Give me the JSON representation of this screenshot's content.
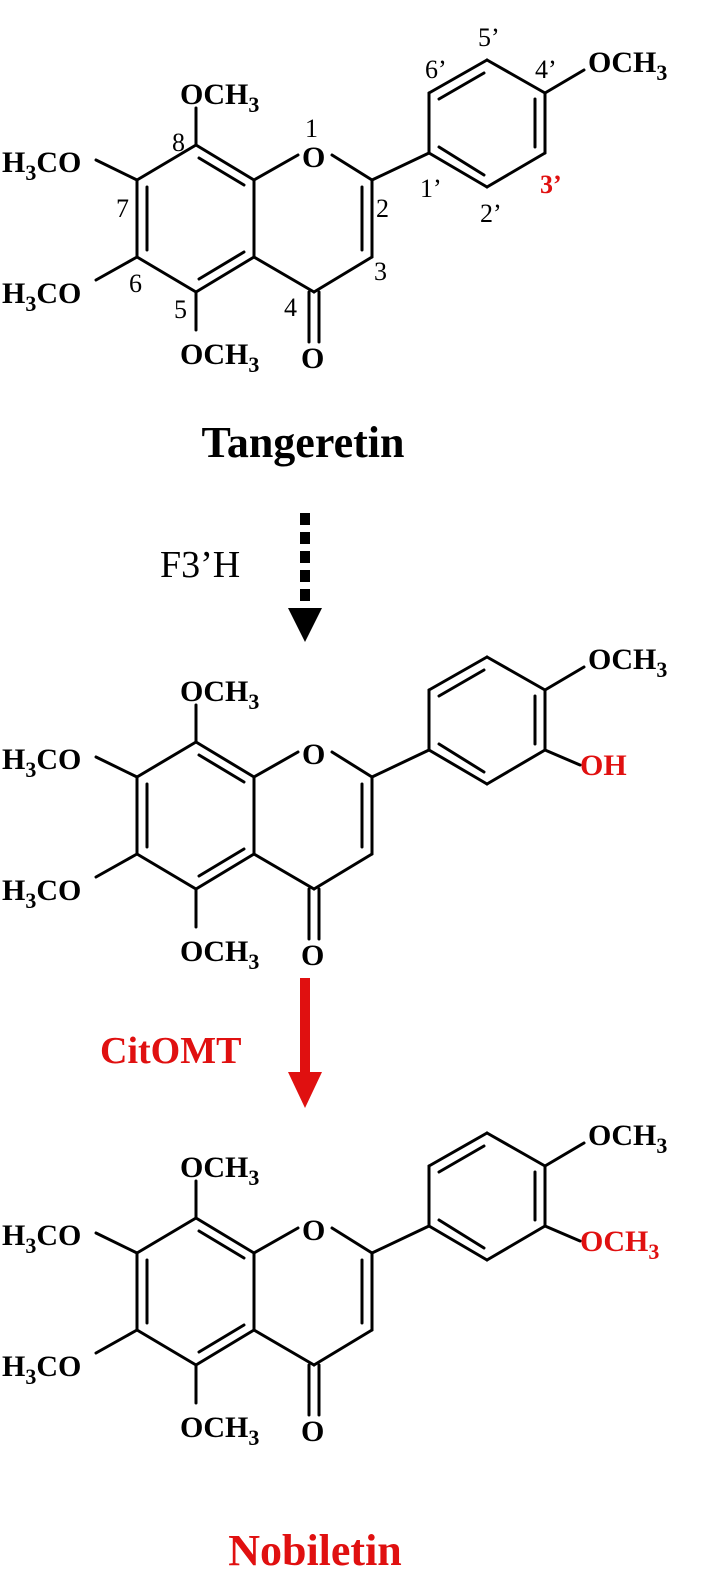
{
  "colors": {
    "black": "#000000",
    "red": "#e01010"
  },
  "substituents": {
    "och3": "OCH",
    "h3co_h": "H",
    "h3co_rest": "CO",
    "three": "3",
    "oxygen": "O",
    "oh": "OH"
  },
  "numbering": {
    "n1": "1",
    "n2": "2",
    "n3": "3",
    "n4": "4",
    "n5": "5",
    "n6": "6",
    "n7": "7",
    "n8": "8",
    "n1p": "1’",
    "n2p": "2’",
    "n3p": "3’",
    "n4p": "4’",
    "n5p": "5’",
    "n6p": "6’"
  },
  "compounds": {
    "tangeretin": "Tangeretin",
    "nobiletin": "Nobiletin"
  },
  "enzymes": {
    "f3h": "F3’H",
    "citomt": "CitOMT"
  }
}
